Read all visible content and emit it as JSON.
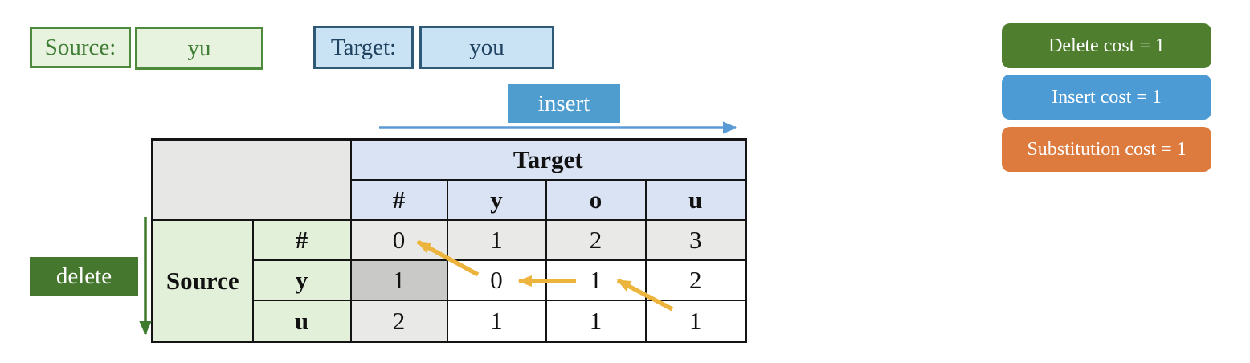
{
  "source_box": {
    "label": "Source:",
    "value": "yu"
  },
  "target_box": {
    "label": "Target:",
    "value": "you"
  },
  "operations": {
    "insert_label": "insert",
    "delete_label": "delete"
  },
  "legend": [
    {
      "label": "Delete cost = 1",
      "color": "#4e7e2e"
    },
    {
      "label": "Insert cost = 1",
      "color": "#4d9bd5"
    },
    {
      "label": "Substitution cost = 1",
      "color": "#dd7a3e"
    }
  ],
  "matrix": {
    "target_header": "Target",
    "source_header": "Source",
    "target_chars": [
      "#",
      "y",
      "o",
      "u"
    ],
    "source_chars": [
      "#",
      "y",
      "u"
    ],
    "values": [
      [
        0,
        1,
        2,
        3
      ],
      [
        1,
        0,
        1,
        2
      ],
      [
        2,
        1,
        1,
        1
      ]
    ]
  },
  "colors": {
    "green_fill": "#e7f3de",
    "green_border": "#4e8a3c",
    "green_text": "#3f7d35",
    "blue_fill": "#c9e2f4",
    "blue_border": "#2e5977",
    "blue_text": "#1f4260",
    "table_blue": "#dae3f3",
    "table_green": "#e2efd9",
    "gray_corner": "#e7e7e5",
    "gray_cell": "#e9e9e7",
    "gray_highlight_cell": "#c9c9c7",
    "maroon_text": "#7b3333",
    "insert_blue": "#4f9ccf",
    "delete_green": "#45772e",
    "insert_arrow": "#5b9bd5",
    "delete_arrow": "#3e7a2e",
    "traceback_arrow": "#ecb43c"
  }
}
